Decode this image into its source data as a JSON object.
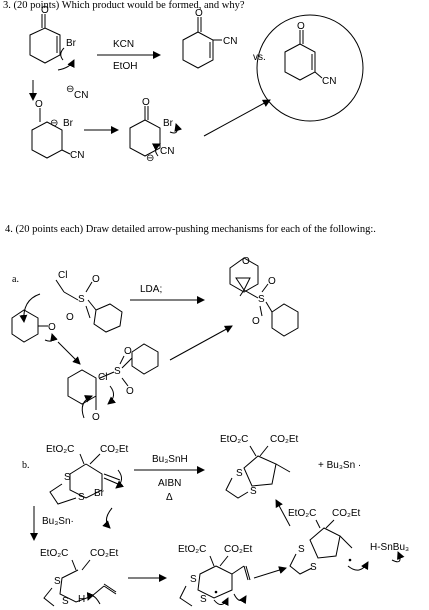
{
  "question3": {
    "heading": "3.  (20 points) Which product would be formed, and why?",
    "reagent_top": "KCN",
    "reagent_bottom": "EtOH",
    "label_vs": "vs.",
    "atoms": {
      "O": "O",
      "Br": "Br",
      "CN": "CN",
      "cyanide_charge": "⊖",
      "anion_charge": "⊖"
    }
  },
  "question4": {
    "heading": "4.  (20 points each) Draw detailed arrow-pushing mechanisms for each of the following:.",
    "part_a": {
      "label": "a.",
      "reagent": "LDA;",
      "atoms": {
        "Cl": "Cl",
        "O": "O",
        "S": "S"
      }
    },
    "part_b": {
      "label": "b.",
      "reagent_top": "Bu₃SnH",
      "reagent_mid": "AIBN",
      "reagent_bottom": "Δ",
      "ester": "EtO₂C",
      "ester_right": "CO₂Et",
      "byproduct": "+ Bu₃Sn ·",
      "step_reagent": "Bu₃Sn·",
      "hydride": "H-SnBu₃",
      "atoms": {
        "S": "S",
        "Br": "Br",
        "H": "H"
      }
    }
  }
}
